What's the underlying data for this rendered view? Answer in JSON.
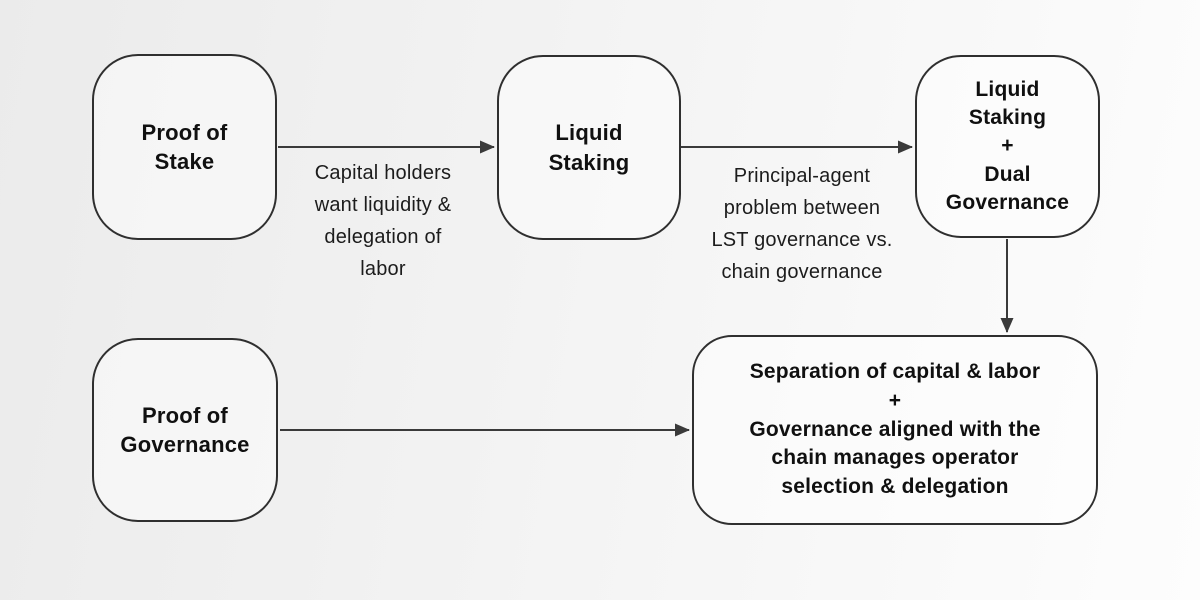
{
  "diagram": {
    "title": "Proof of Stake to Proof of Governance flow",
    "palette": {
      "background_left": "#ebebeb",
      "background_right": "#fdfdfd",
      "node_border": "#2f2f2f",
      "arrow_stroke": "#3a3a3a",
      "text": "#101010"
    },
    "nodes": {
      "proof_of_stake": {
        "label": "Proof of\nStake"
      },
      "liquid_staking": {
        "label": "Liquid\nStaking"
      },
      "liquid_staking_dual_governance": {
        "label": "Liquid\nStaking\n+\nDual\nGovernance"
      },
      "proof_of_governance": {
        "label": "Proof of\nGovernance"
      },
      "outcome": {
        "label": "Separation of capital & labor\n+\nGovernance aligned with the\nchain manages operator\nselection & delegation"
      }
    },
    "edges": {
      "pos_to_liquid_staking": {
        "label": "Capital holders\nwant liquidity &\ndelegation of\nlabor"
      },
      "liquid_staking_to_dual_governance": {
        "label": "Principal-agent\nproblem between\nLST governance vs.\nchain governance"
      },
      "dual_governance_to_outcome": {
        "label": ""
      },
      "proof_of_governance_to_outcome": {
        "label": ""
      }
    }
  }
}
